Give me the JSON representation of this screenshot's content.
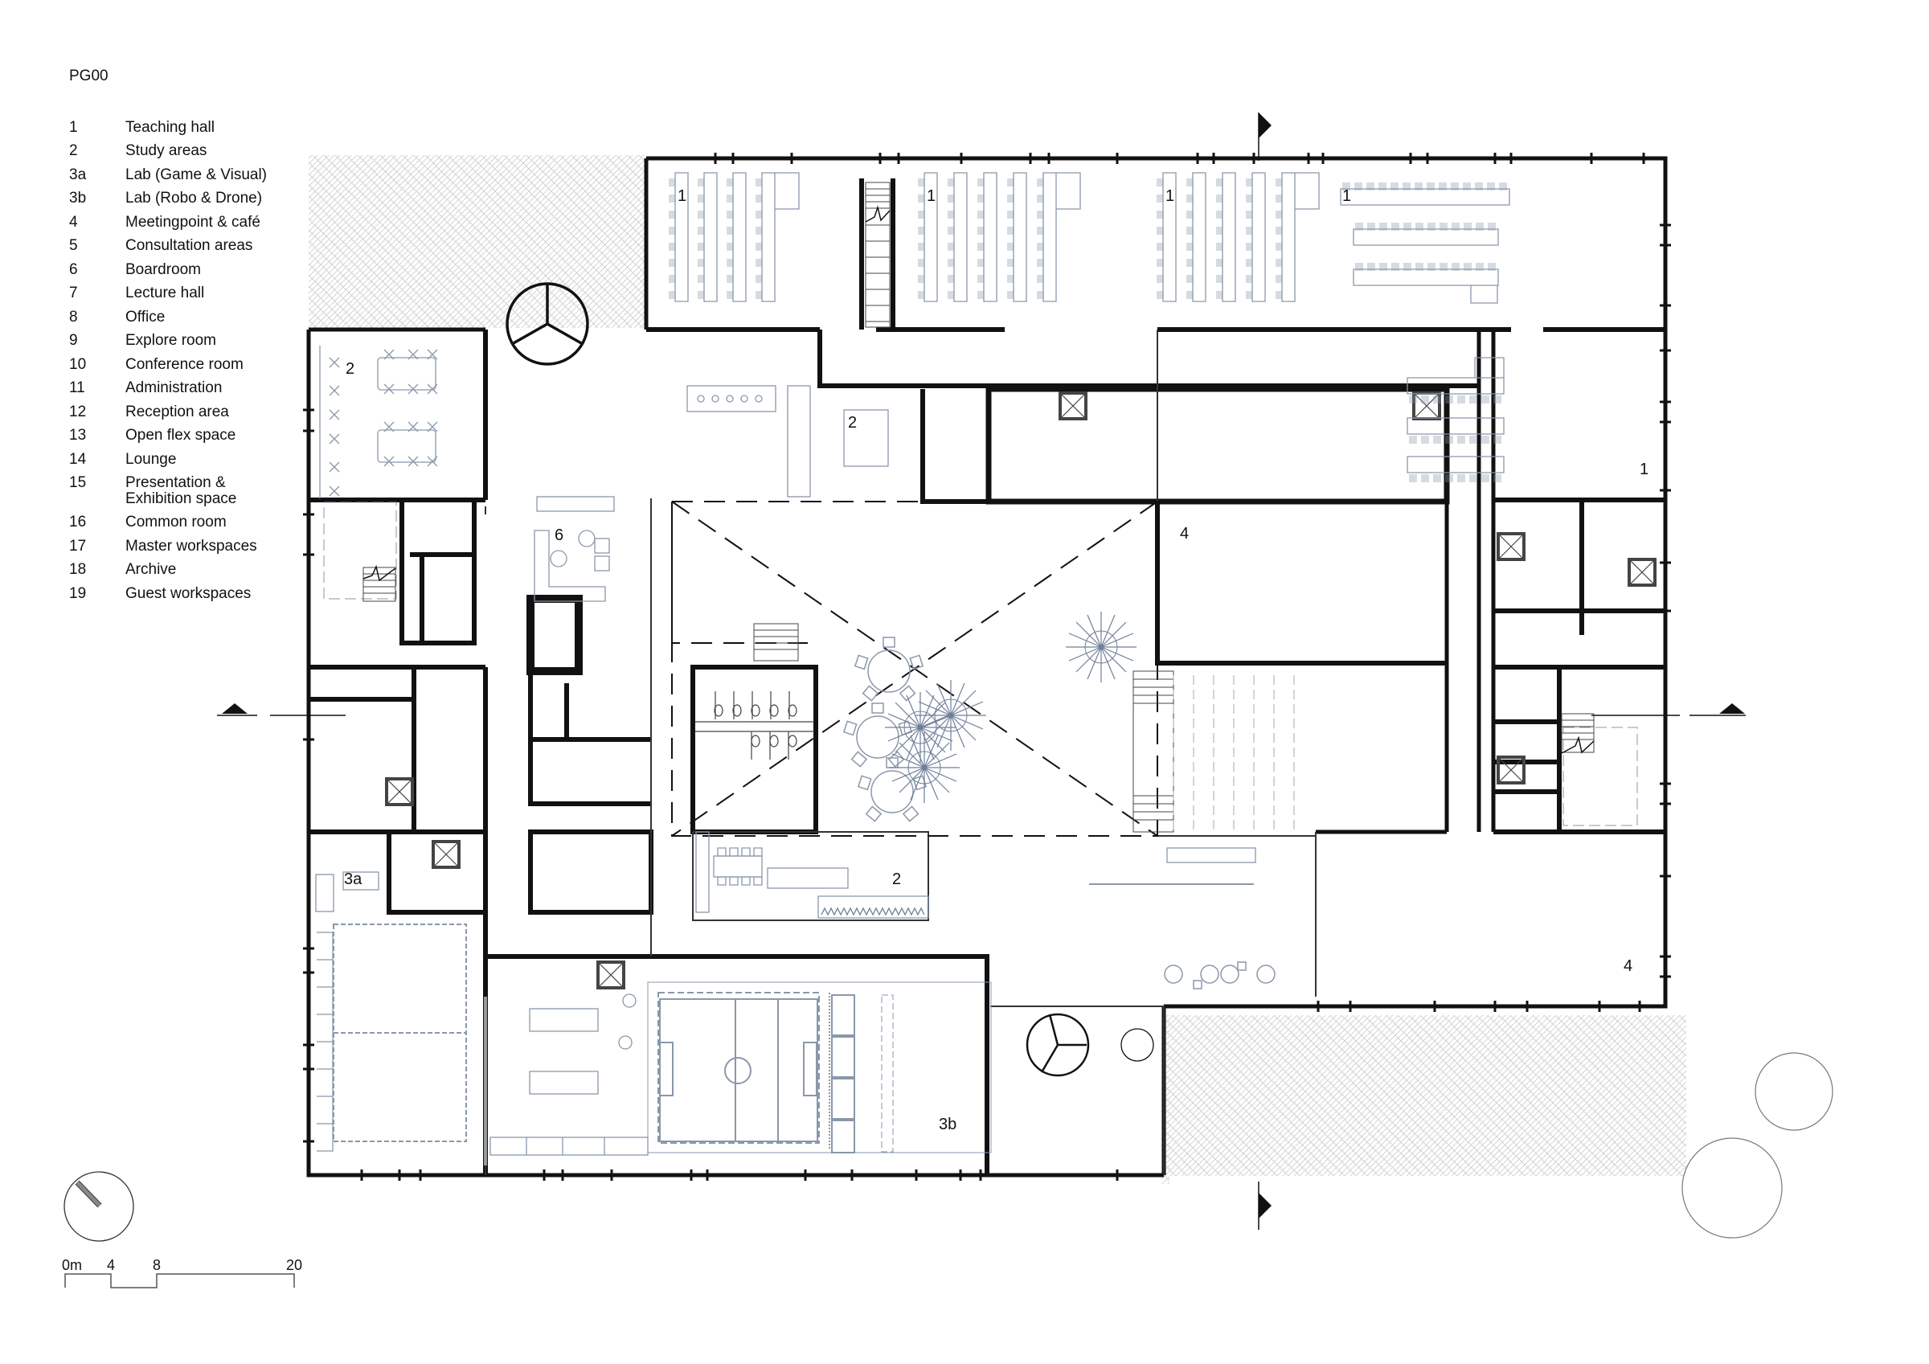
{
  "sheet": {
    "code": "PG00"
  },
  "legend": [
    {
      "num": "1",
      "label": "Teaching hall"
    },
    {
      "num": "2",
      "label": "Study areas"
    },
    {
      "num": "3a",
      "label": "Lab (Game & Visual)"
    },
    {
      "num": "3b",
      "label": "Lab (Robo & Drone)"
    },
    {
      "num": "4",
      "label": "Meetingpoint & café"
    },
    {
      "num": "5",
      "label": "Consultation areas"
    },
    {
      "num": "6",
      "label": "Boardroom"
    },
    {
      "num": "7",
      "label": "Lecture hall"
    },
    {
      "num": "8",
      "label": "Office"
    },
    {
      "num": "9",
      "label": "Explore room"
    },
    {
      "num": "10",
      "label": "Conference room"
    },
    {
      "num": "11",
      "label": "Administration"
    },
    {
      "num": "12",
      "label": "Reception area"
    },
    {
      "num": "13",
      "label": "Open flex space"
    },
    {
      "num": "14",
      "label": "Lounge"
    },
    {
      "num": "15",
      "label": "Presentation & Exhibition space"
    },
    {
      "num": "16",
      "label": "Common room"
    },
    {
      "num": "17",
      "label": "Master workspaces"
    },
    {
      "num": "18",
      "label": "Archive"
    },
    {
      "num": "19",
      "label": "Guest workspaces"
    }
  ],
  "room_labels": {
    "teaching_hall_a": "1",
    "teaching_hall_b": "1",
    "teaching_hall_c": "1",
    "teaching_hall_d": "1",
    "teaching_hall_e": "1",
    "study_area_nw": "2",
    "study_area_center": "2",
    "study_area_south": "2",
    "lab_3a": "3a",
    "lab_3b": "3b",
    "cafe_north": "4",
    "cafe_south": "4",
    "boardroom": "6"
  },
  "scale_bar": {
    "ticks": [
      "0m",
      "4",
      "8",
      "20"
    ]
  },
  "colors": {
    "wall": "#111111",
    "furniture": "#8a97ab",
    "hatch": "#d6d6d6",
    "thin": "#555555"
  }
}
